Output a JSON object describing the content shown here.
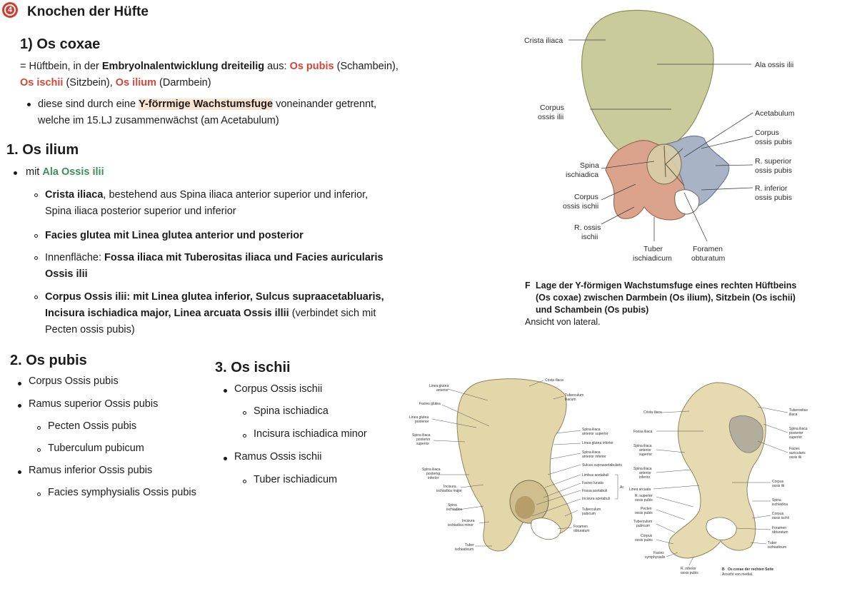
{
  "header": {
    "icon_glyph": "4",
    "title": "Knochen der Hüfte"
  },
  "os_coxae": {
    "heading": "1) Os coxae",
    "intro": {
      "a": "= Hüftbein, in der ",
      "b": "Embryolnalentwicklung dreiteilig",
      "c": " aus: ",
      "d": "Os pubis",
      "e": " (Schambein),",
      "f": "Os ischii",
      "g": " (Sitzbein), ",
      "h": "Os ilium",
      "i": " (Darmbein)"
    },
    "bullet": {
      "a": "diese sind durch eine ",
      "b": "Y-förrmige Wachstumsfuge",
      "c": " voneinander getrennt,",
      "d": "welche im 15.LJ zusammenwächst (am Acetabulum)"
    }
  },
  "os_ilium": {
    "heading": "1. Os ilium",
    "item1": {
      "a": "mit ",
      "b": "Ala Ossis ilii"
    },
    "sub1": {
      "a": "Crista iliaca",
      "b": ", bestehend aus Spina iliaca anterior superior und inferior,",
      "c": "Spina iliaca posterior superior und inferior"
    },
    "sub2": "Facies glutea mit Linea glutea anterior und posterior",
    "sub3": {
      "a": "Innenfläche: ",
      "b": "Fossa iliaca mit Tuberositas iliaca und Facies auricularis",
      "c": "Ossis ilii"
    },
    "sub4": {
      "a": "Corpus Ossis ilii: mit Linea glutea inferior, Sulcus supraacetabluaris,",
      "b": "Incisura ischiadica major, Linea arcuata Ossis illii",
      "c": " (verbindet sich mit",
      "d": "Pecten ossis pubis)"
    }
  },
  "os_pubis": {
    "heading": "2. Os pubis",
    "items": [
      "Corpus Ossis pubis",
      "Ramus superior Ossis pubis",
      "Pecten Ossis pubis",
      "Tuberculum pubicum",
      "Ramus inferior Ossis pubis",
      "Facies symphysialis Ossis pubis"
    ]
  },
  "os_ischii": {
    "heading": "3. Os ischii",
    "items": [
      "Corpus Ossis ischii",
      "Spina ischiadica",
      "Incisura ischiadica minor",
      "Ramus Ossis ischii",
      "Tuber ischiadicum"
    ]
  },
  "figure_f": {
    "labels": {
      "crista": "Crista iliaca",
      "ala": "Ala ossis ilii",
      "corpus_ilii_1": "Corpus",
      "corpus_ilii_2": "ossis ilii",
      "acetabulum": "Acetabulum",
      "corpus_pubis_1": "Corpus",
      "corpus_pubis_2": "ossis pubis",
      "spina_1": "Spina",
      "spina_2": "ischiadica",
      "rsup_1": "R. superior",
      "rsup_2": "ossis pubis",
      "corpus_ischii_1": "Corpus",
      "corpus_ischii_2": "ossis ischii",
      "rinf_1": "R. inferior",
      "rinf_2": "ossis pubis",
      "rossis_1": "R. ossis",
      "rossis_2": "ischii",
      "tuber_1": "Tuber",
      "tuber_2": "ischiadicum",
      "foramen_1": "Foramen",
      "foramen_2": "obturatum"
    },
    "caption": {
      "letter": "F",
      "line1": "Lage der Y-förmigen Wachstumsfuge eines rechten Hüftbeins",
      "line2": "(Os coxae) zwischen Darmbein (Os ilium), Sitzbein (Os ischii)",
      "line3": "und Schambein (Os pubis)",
      "view": "Ansicht von lateral."
    }
  },
  "figure_lateral": {
    "labels": {
      "l1": "Linea glutea",
      "l1b": "anterior",
      "l2": "Facies glutea",
      "l3": "Linea glutea",
      "l3b": "posterior",
      "l4": "Spina iliaca",
      "l4b": "posterior",
      "l4c": "superior",
      "l5": "Spina iliaca",
      "l5b": "posterior",
      "l5c": "inferior",
      "l6": "Incisura",
      "l6b": "ischiadica major",
      "l7": "Spina",
      "l7b": "ischiadica",
      "l8": "Incisura",
      "l8b": "ischiadica minor",
      "l9": "Tuber",
      "l9b": "ischiadicum",
      "r1": "Crista iliaca",
      "r2": "Tuberculum",
      "r2b": "iliacum",
      "r3": "Spina iliaca",
      "r3b": "anterior superior",
      "r4": "Linea glutea inferior",
      "r5": "Spina iliaca",
      "r5b": "anterior inferior",
      "r6": "Sulcus supraacetabularis",
      "r7": "Limbus acetabuli",
      "r8": "Facies lunata",
      "r9": "Fossa acetabuli",
      "r10": "Incisura acetabuli",
      "ac": "Ac",
      "r11": "Tuberculum",
      "r11b": "pubicum",
      "r12": "Foramen",
      "r12b": "obturatum"
    }
  },
  "figure_medial": {
    "labels": {
      "l1": "Crista iliaca",
      "l2": "Fossa iliaca",
      "l3": "Spina iliaca",
      "l3b": "anterior",
      "l3c": "superior",
      "l4": "Spina iliaca",
      "l4b": "anterior",
      "l4c": "inferior",
      "l5": "Linea arcuata",
      "l6": "R. superior",
      "l6b": "ossis pubis",
      "l7": "Pecten",
      "l7b": "ossis pubis",
      "l8": "Tuberculum",
      "l8b": "pubicum",
      "l9": "Corpus",
      "l9b": "ossis pubis",
      "l10": "Facies",
      "l10b": "symphysialis",
      "l11": "R. inferior",
      "l11b": "ossis pubis",
      "r1": "Tuberositas",
      "r1b": "iliaca",
      "r2": "Spina iliaca",
      "r2b": "posterior",
      "r2c": "superior",
      "r3": "Facies",
      "r3b": "auricularis",
      "r3c": "ossis ilii",
      "r4": "Corpus",
      "r4b": "ossis ilii",
      "r5": "Spina",
      "r5b": "ischiadica",
      "r6": "Corpus",
      "r6b": "ossis ischii",
      "r7": "Foramen",
      "r7b": "obturatum",
      "r8": "Tuber",
      "r8b": "ischiadicum"
    },
    "caption": {
      "letter": "B",
      "line1": "Os coxae der rechten Seite",
      "view": "Ansicht von medial."
    }
  },
  "colors": {
    "accent_red": "#d4453a",
    "accent_green": "#3e8e5c",
    "highlight": "#fbe4d2",
    "ilium": "#c9cc9a",
    "ischium": "#dba28c",
    "pubis": "#a8b4c6",
    "bone": "#e3d6a8"
  }
}
